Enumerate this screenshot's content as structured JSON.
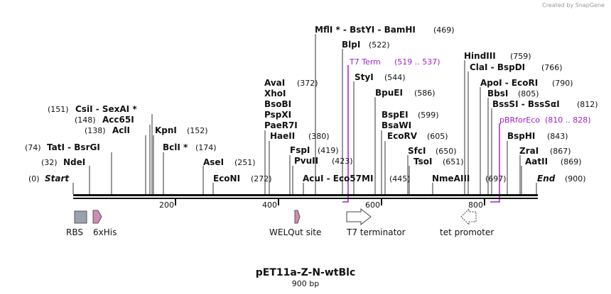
{
  "credit": "Created by SnapGene",
  "map": {
    "title": "pET11a-Z-N-wtBlc",
    "length_label": "900 bp",
    "length_bp": 900,
    "ticks": [
      200,
      400,
      600,
      800
    ],
    "colors": {
      "backbone": "#111111",
      "primer": "#a020c8",
      "rbs": "#9aa3ad",
      "his": "#c98fb0",
      "welqut": "#c98fb0",
      "terminator": "#ffffff",
      "promoter": "#ffffff"
    }
  },
  "sites": [
    {
      "name": "Start",
      "pos": "(0)",
      "bp": 0,
      "italic": true
    },
    {
      "name": "NdeI",
      "pos": "(32)",
      "bp": 32
    },
    {
      "name": "TatI  -  BsrGI",
      "pos": "(74)",
      "bp": 74
    },
    {
      "name": "AclI",
      "pos": "(138)",
      "bp": 138
    },
    {
      "name": "Acc65I",
      "pos": "(148)",
      "bp": 148
    },
    {
      "name": "CsiI  -  SexAI *",
      "pos": "(151)",
      "bp": 151
    },
    {
      "name": "KpnI",
      "pos": "(152)",
      "bp": 152
    },
    {
      "name": "BclI *",
      "pos": "(174)",
      "bp": 174
    },
    {
      "name": "AseI",
      "pos": "(251)",
      "bp": 251
    },
    {
      "name": "EcoNI",
      "pos": "(272)",
      "bp": 272
    },
    {
      "name": "AvaI",
      "pos": "(372)",
      "bp": 372
    },
    {
      "name": "XhoI",
      "pos": "",
      "bp": 372
    },
    {
      "name": "BsoBI",
      "pos": "",
      "bp": 372
    },
    {
      "name": "PspXI",
      "pos": "",
      "bp": 372
    },
    {
      "name": "PaeR7I",
      "pos": "",
      "bp": 372
    },
    {
      "name": "HaeII",
      "pos": "(380)",
      "bp": 380
    },
    {
      "name": "FspI",
      "pos": "(419)",
      "bp": 419
    },
    {
      "name": "PvuII",
      "pos": "(423)",
      "bp": 423
    },
    {
      "name": "AcuI  -  Eco57MI",
      "pos": "(445)",
      "bp": 445
    },
    {
      "name": "MflI *  -  BstYI  -  BamHI",
      "pos": "(469)",
      "bp": 469
    },
    {
      "name": "BlpI",
      "pos": "(522)",
      "bp": 522
    },
    {
      "name": "StyI",
      "pos": "(544)",
      "bp": 544
    },
    {
      "name": "BpuEI",
      "pos": "(586)",
      "bp": 586
    },
    {
      "name": "BspEI",
      "pos": "(599)",
      "bp": 599
    },
    {
      "name": "BsaWI",
      "pos": "",
      "bp": 599
    },
    {
      "name": "EcoRV",
      "pos": "(605)",
      "bp": 605
    },
    {
      "name": "SfcI",
      "pos": "(650)",
      "bp": 650
    },
    {
      "name": "TsoI",
      "pos": "(651)",
      "bp": 651
    },
    {
      "name": "NmeAIII",
      "pos": "(697)",
      "bp": 697
    },
    {
      "name": "HindIII",
      "pos": "(759)",
      "bp": 759
    },
    {
      "name": "ClaI  -  BspDI",
      "pos": "(766)",
      "bp": 766
    },
    {
      "name": "ApoI  -  EcoRI",
      "pos": "(790)",
      "bp": 790
    },
    {
      "name": "BbsI",
      "pos": "(805)",
      "bp": 805
    },
    {
      "name": "BssSI  -  BssSαI",
      "pos": "(812)",
      "bp": 812
    },
    {
      "name": "BspHI",
      "pos": "(843)",
      "bp": 843
    },
    {
      "name": "ZraI",
      "pos": "(867)",
      "bp": 867
    },
    {
      "name": "AatII",
      "pos": "(869)",
      "bp": 869
    },
    {
      "name": "End",
      "pos": "(900)",
      "bp": 900,
      "italic": true
    }
  ],
  "primers": [
    {
      "name": "T7 Term",
      "range": "(519 .. 537)"
    },
    {
      "name": "pBRforEco",
      "range": "(810 .. 828)"
    }
  ],
  "features": [
    {
      "name": "RBS",
      "icon": "rbs-box"
    },
    {
      "name": "6xHis",
      "icon": "his-arrow"
    },
    {
      "name": "WELQut site",
      "icon": "welqut-arrow"
    },
    {
      "name": "T7 terminator",
      "icon": "terminator-arrow"
    },
    {
      "name": "tet promoter",
      "icon": "promoter-arrow"
    }
  ]
}
